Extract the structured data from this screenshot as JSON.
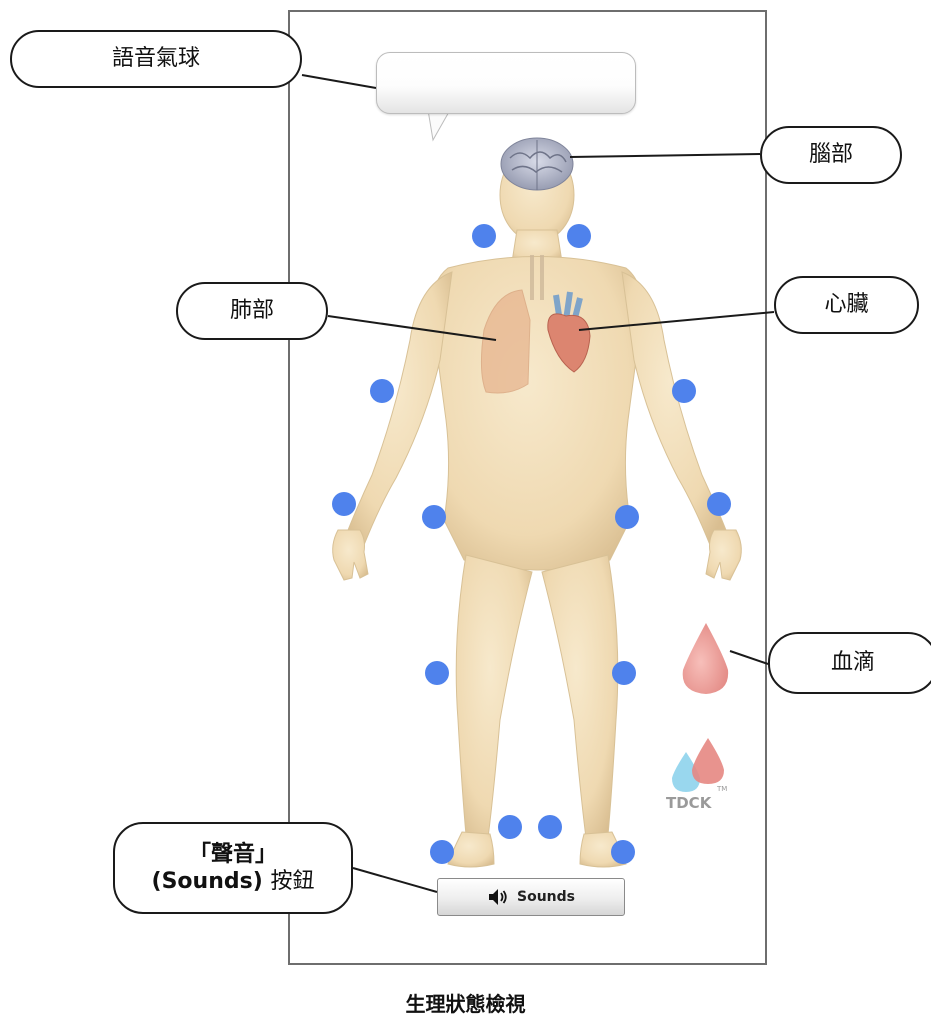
{
  "callouts": {
    "speech_bubble": "語音氣球",
    "brain": "腦部",
    "lung": "肺部",
    "heart": "心臟",
    "blood_drop": "血滴",
    "sounds_button_line1": "「聲音」",
    "sounds_button_line2": "(Sounds)",
    "sounds_button_line3": "按鈕"
  },
  "sounds_button": {
    "label": "Sounds",
    "icon": "speaker-icon"
  },
  "logo": {
    "text": "TDCK",
    "tm": "TM"
  },
  "caption": "生理狀態檢視",
  "colors": {
    "dot": "#4f82ec",
    "skin": "#f1ddb7",
    "blood": "#e58782",
    "lung": "#e7b58f",
    "heart": "#dc8570",
    "frame": "#6e6e6e"
  }
}
